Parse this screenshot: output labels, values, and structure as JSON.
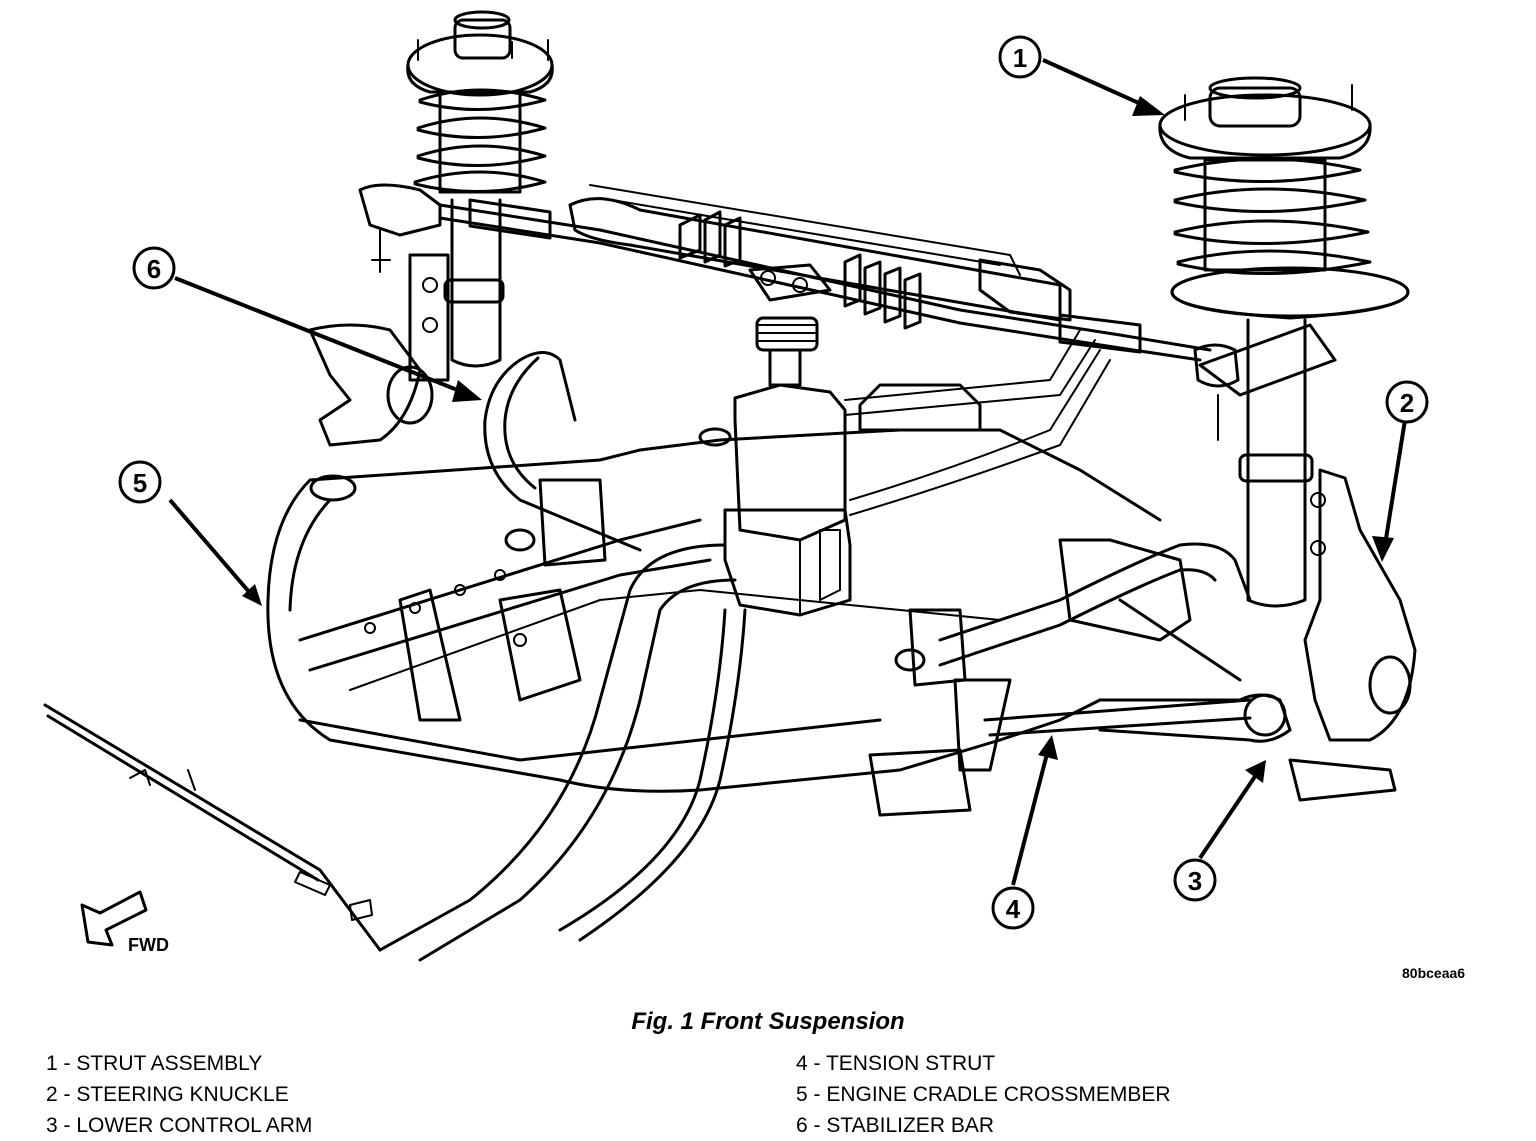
{
  "figure": {
    "title": "Fig. 1 Front Suspension",
    "direction_label": "FWD",
    "image_code": "80bceaa6"
  },
  "callouts": [
    "1",
    "2",
    "3",
    "4",
    "5",
    "6"
  ],
  "legend": {
    "left": [
      "1 - STRUT ASSEMBLY",
      "2 - STEERING KNUCKLE",
      "3 - LOWER CONTROL ARM"
    ],
    "right": [
      "4 - TENSION STRUT",
      "5 - ENGINE CRADLE CROSSMEMBER",
      "6 - STABILIZER BAR"
    ]
  },
  "colors": {
    "ink": "#000000",
    "paper": "#ffffff"
  }
}
